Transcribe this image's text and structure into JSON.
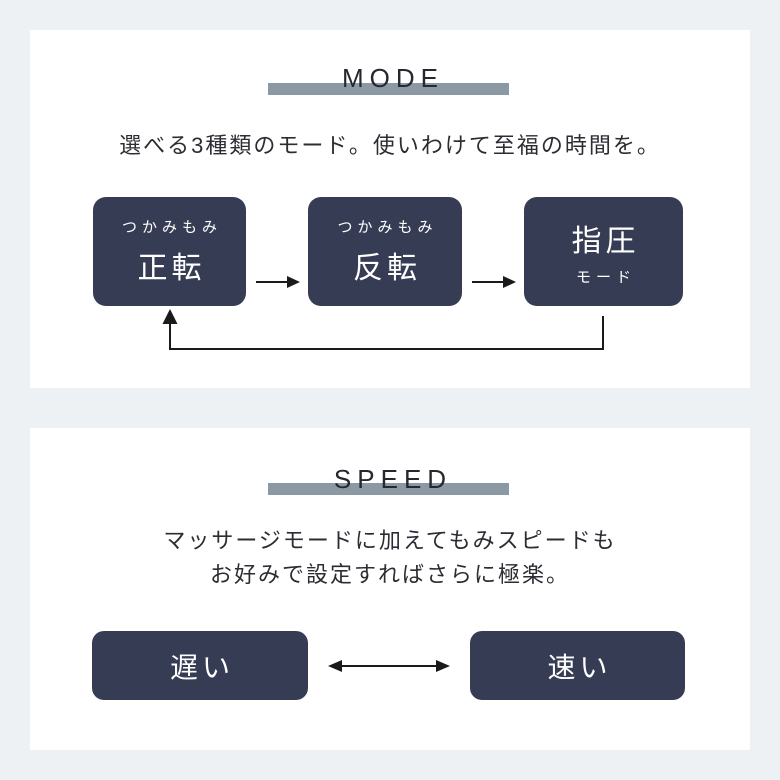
{
  "page": {
    "background_color": "#edf1f3",
    "panel_color": "#ffffff"
  },
  "colors": {
    "box_navy": "#363c54",
    "heading_bar": "#8b99a4",
    "heading_text": "#26282e",
    "body_text": "#2b2d33",
    "box_text": "#ffffff",
    "arrow": "#1a1a1a"
  },
  "mode_section": {
    "heading": "MODE",
    "subtitle": "選べる3種類のモード。使いわけて至福の時間を。",
    "boxes": [
      {
        "small_label": "つかみもみ",
        "large_label": "正転"
      },
      {
        "small_label": "つかみもみ",
        "large_label": "反転"
      },
      {
        "large_label": "指圧",
        "small_label": "モード"
      }
    ],
    "arrows": [
      {
        "icon": "arrow-right-icon"
      },
      {
        "icon": "arrow-right-icon"
      },
      {
        "icon": "loop-back-arrow-icon",
        "description": "return from third box to first box"
      }
    ]
  },
  "speed_section": {
    "heading": "SPEED",
    "subtitle_line1": "マッサージモードに加えてもみスピードも",
    "subtitle_line2": "お好みで設定すればさらに極楽。",
    "boxes": [
      {
        "label": "遅い"
      },
      {
        "label": "速い"
      }
    ],
    "arrow": {
      "icon": "double-headed-arrow-icon"
    }
  }
}
